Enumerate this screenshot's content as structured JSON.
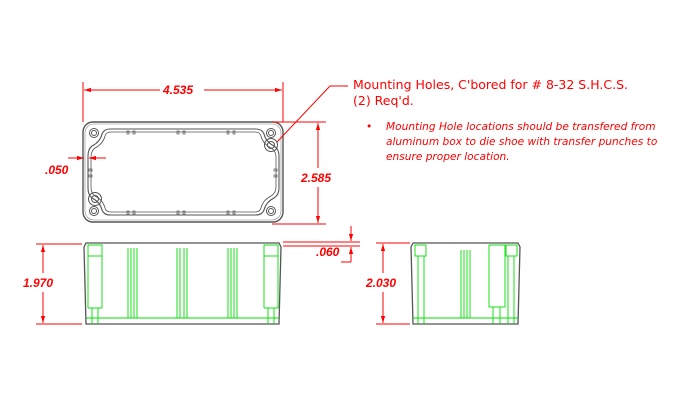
{
  "colors": {
    "dimension": "#ff0000",
    "outline": "#555555",
    "detail": "#00dd00"
  },
  "dimensions": {
    "width": "4.535",
    "depth": "2.585",
    "wall": ".050",
    "lip": ".060",
    "height_front": "1.970",
    "height_side": "2.030"
  },
  "callout": {
    "line1": "Mounting Holes, C'bored for # 8-32 S.H.C.S.",
    "line2": "(2) Req'd."
  },
  "note": {
    "bullet": "•",
    "text": "Mounting Hole locations should be transfered from aluminum box to die shoe with transfer punches to ensure proper location."
  }
}
